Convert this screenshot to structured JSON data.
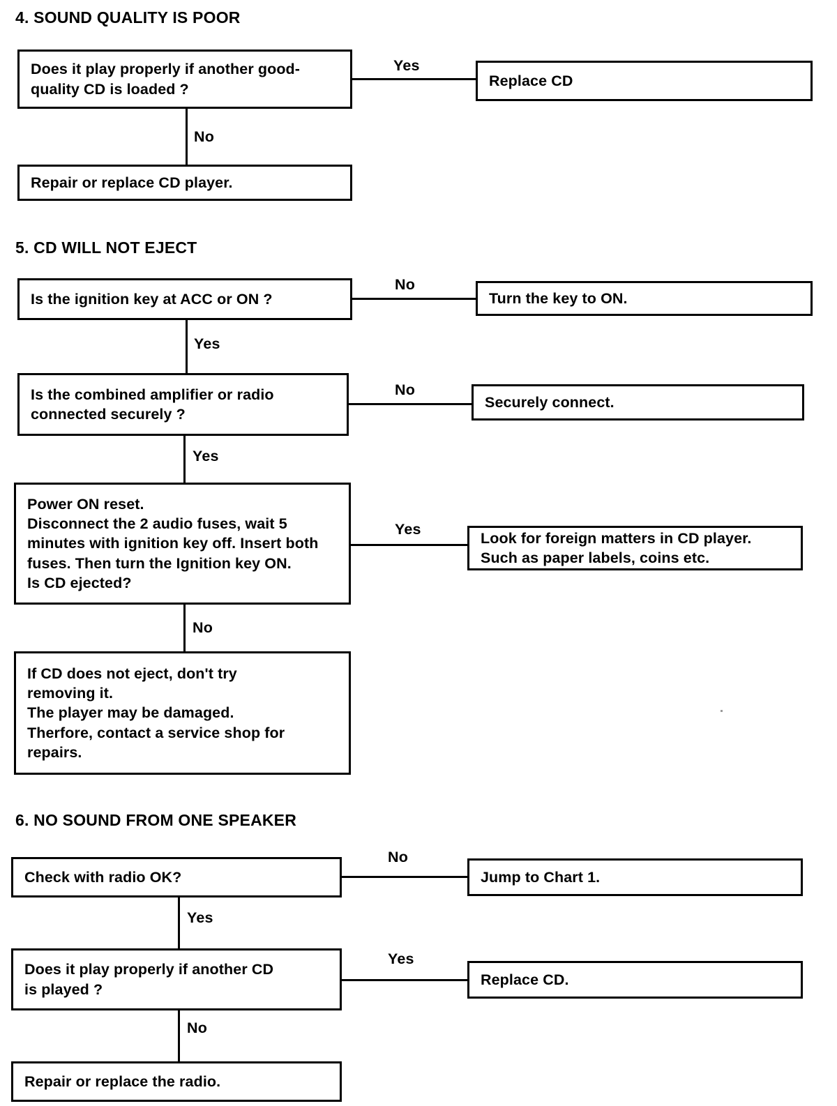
{
  "document": {
    "type": "troubleshooting-flowcharts",
    "sections": [
      {
        "id": "chart-4",
        "title": "4. SOUND QUALITY IS POOR",
        "nodes": {
          "q1": "Does it play properly if another good-quality CD is loaded ?",
          "q1_line1": "Does it play properly if another good-",
          "q1_line2": "quality CD is loaded ?",
          "q1_yes_result": "Replace CD",
          "q1_no_result": "Repair or replace CD player."
        },
        "edges": {
          "q1_yes": "Yes",
          "q1_no": "No"
        }
      },
      {
        "id": "chart-5",
        "title": "5.  CD WILL NOT EJECT",
        "nodes": {
          "q1": "Is the ignition key at ACC or ON ?",
          "q1_no_result": "Turn the key to ON.",
          "q2_line1": "Is the combined amplifier or radio",
          "q2_line2": "connected securely ?",
          "q2_no_result": "Securely connect.",
          "q3_line1": "Power ON reset.",
          "q3_line2": "Disconnect the 2 audio fuses, wait 5",
          "q3_line3": "minutes with ignition key off. Insert both",
          "q3_line4": "fuses. Then turn the Ignition key ON.",
          "q3_line5": "Is CD ejected?",
          "q3_yes_result_line1": "Look for foreign matters in CD player.",
          "q3_yes_result_line2": "Such as paper labels, coins etc.",
          "q3_no_result_line1": "If  CD does not eject, don't try",
          "q3_no_result_line2": "removing it.",
          "q3_no_result_line3": "The player may be damaged.",
          "q3_no_result_line4": "Therfore,  contact a service shop for",
          "q3_no_result_line5": "repairs."
        },
        "edges": {
          "q1_no": "No",
          "q1_yes": "Yes",
          "q2_no": "No",
          "q2_yes": "Yes",
          "q3_yes": "Yes",
          "q3_no": "No"
        }
      },
      {
        "id": "chart-6",
        "title": "6.  NO SOUND FROM ONE SPEAKER",
        "nodes": {
          "q1": "Check with radio OK?",
          "q1_no_result": "Jump to Chart 1.",
          "q2_line1": "Does it play properly if another CD",
          "q2_line2": "is played ?",
          "q2_yes_result": "Replace CD.",
          "q2_no_result": "Repair or replace the radio."
        },
        "edges": {
          "q1_no": "No",
          "q1_yes": "Yes",
          "q2_yes": "Yes",
          "q2_no": "No"
        }
      }
    ]
  },
  "colors": {
    "ink": "#000000",
    "paper": "#ffffff"
  }
}
